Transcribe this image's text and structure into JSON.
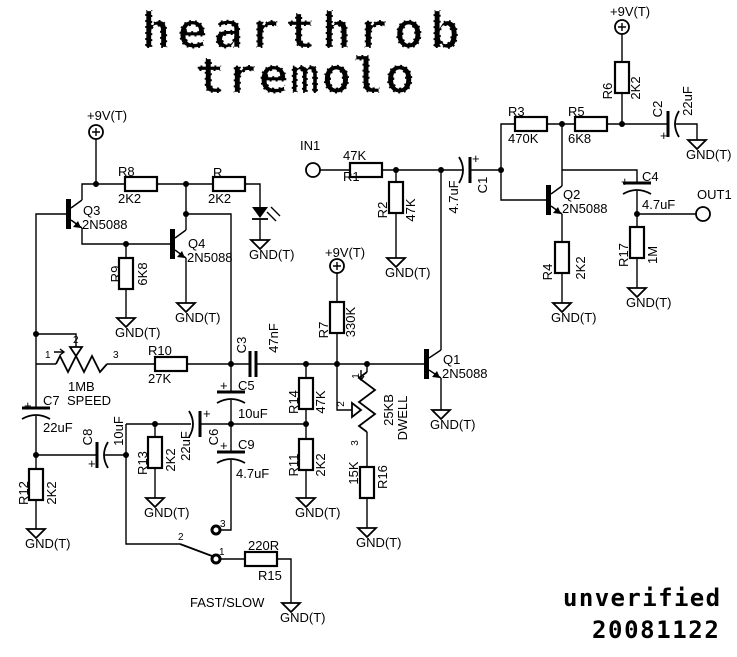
{
  "title": {
    "line1": "hearthrob",
    "line2": "tremolo"
  },
  "footer": {
    "status": "unverified",
    "date": "20081122"
  },
  "power": "+9V(T)",
  "ground": "GND(T)",
  "polarity_mark": "+",
  "ports": {
    "in": "IN1",
    "out": "OUT1"
  },
  "components": {
    "R1": {
      "ref": "R1",
      "value": "47K"
    },
    "R2": {
      "ref": "R2",
      "value": "47K"
    },
    "R3": {
      "ref": "R3",
      "value": "470K"
    },
    "R4": {
      "ref": "R4",
      "value": "2K2"
    },
    "R5": {
      "ref": "R5",
      "value": "6K8"
    },
    "R6": {
      "ref": "R6",
      "value": "2K2"
    },
    "R7": {
      "ref": "R7",
      "value": "330K"
    },
    "R8": {
      "ref": "R8",
      "value": "2K2"
    },
    "R9": {
      "ref": "R9",
      "value": "6K8"
    },
    "R10": {
      "ref": "R10",
      "value": "27K"
    },
    "R11": {
      "ref": "R11",
      "value": "2K2"
    },
    "R12": {
      "ref": "R12",
      "value": "2K2"
    },
    "R13": {
      "ref": "R13",
      "value": "2K2"
    },
    "R14": {
      "ref": "R14",
      "value": "47K"
    },
    "R15": {
      "ref": "R15",
      "value": "220R"
    },
    "R16": {
      "ref": "R16",
      "value": "15K"
    },
    "R17": {
      "ref": "R17",
      "value": "1M"
    },
    "RLED": {
      "ref": "R",
      "value": "2K2"
    },
    "C1": {
      "ref": "C1",
      "value": "4.7uF"
    },
    "C2": {
      "ref": "C2",
      "value": "22uF"
    },
    "C3": {
      "ref": "C3",
      "value": "47nF"
    },
    "C4": {
      "ref": "C4",
      "value": "4.7uF"
    },
    "C5": {
      "ref": "C5",
      "value": "10uF"
    },
    "C6": {
      "ref": "C6",
      "value": "22uF"
    },
    "C7": {
      "ref": "C7",
      "value": "22uF"
    },
    "C8": {
      "ref": "C8",
      "value": "10uF"
    },
    "C9": {
      "ref": "C9",
      "value": "4.7uF"
    },
    "Q1": {
      "ref": "Q1",
      "value": "2N5088"
    },
    "Q2": {
      "ref": "Q2",
      "value": "2N5088"
    },
    "Q3": {
      "ref": "Q3",
      "value": "2N5088"
    },
    "Q4": {
      "ref": "Q4",
      "value": "2N5088"
    }
  },
  "speed_pot": {
    "value": "1MB",
    "name": "SPEED",
    "pins": [
      "1",
      "2",
      "3"
    ]
  },
  "dwell_pot": {
    "value": "25KB",
    "name": "DWELL",
    "pins": [
      "1",
      "2",
      "3"
    ]
  },
  "switch": {
    "name": "FAST/SLOW",
    "pins": [
      "1",
      "2",
      "3"
    ]
  }
}
